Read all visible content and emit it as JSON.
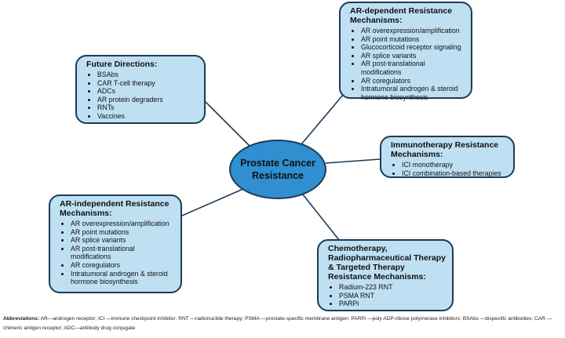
{
  "center": {
    "label": "Prostate Cancer Resistance"
  },
  "boxes": {
    "future": {
      "title": "Future Directions:",
      "items": [
        "BSAbs",
        "CAR T-cell therapy",
        "ADCs",
        "AR protein degraders",
        "RNTs",
        "Vaccines"
      ]
    },
    "ar_dependent": {
      "title": "AR-dependent Resistance Mechanisms:",
      "items": [
        "AR overexpression/amplification",
        "AR point mutations",
        "Glucocorticoid receptor signaling",
        "AR splice variants",
        "AR post-translational modifications",
        "AR coregulators",
        "Intratumoral androgen & steroid hormone biosynthesis"
      ]
    },
    "immunotherapy": {
      "title": "Immunotherapy Resistance Mechanisms:",
      "items": [
        "ICI monotherapy",
        "ICI combination-based therapies"
      ]
    },
    "ar_independent": {
      "title": "AR-independent Resistance Mechanisms:",
      "items": [
        "AR overexpression/amplification",
        "AR point mutations",
        "AR splice variants",
        "AR post-translational modifications",
        "AR coregulators",
        "Intratumoral androgen & steroid hormone biosynthesis"
      ]
    },
    "chemo": {
      "title": "Chemotherapy, Radiopharmaceutical Therapy & Targeted Therapy Resistance Mechanisms:",
      "items": [
        "Radium-223 RNT",
        "PSMA RNT",
        "PARPi"
      ]
    }
  },
  "footer": {
    "label": "Abbreviations:",
    "text": " AR—androgen receptor; ICI —immune checkpoint inhibitor; RNT —radionuclide therapy; PSMA —prostate-specific membrane antigen; PARPi —poly ADP-ribose polymerase inhibitors; BSAbs —bispecific antibodies; CAR —chimeric antigen receptor; ADC—antibody drug conjugate"
  },
  "colors": {
    "box_fill": "#bfe0f3",
    "box_border": "#1d3b57",
    "center_fill": "#2f8fd1"
  }
}
